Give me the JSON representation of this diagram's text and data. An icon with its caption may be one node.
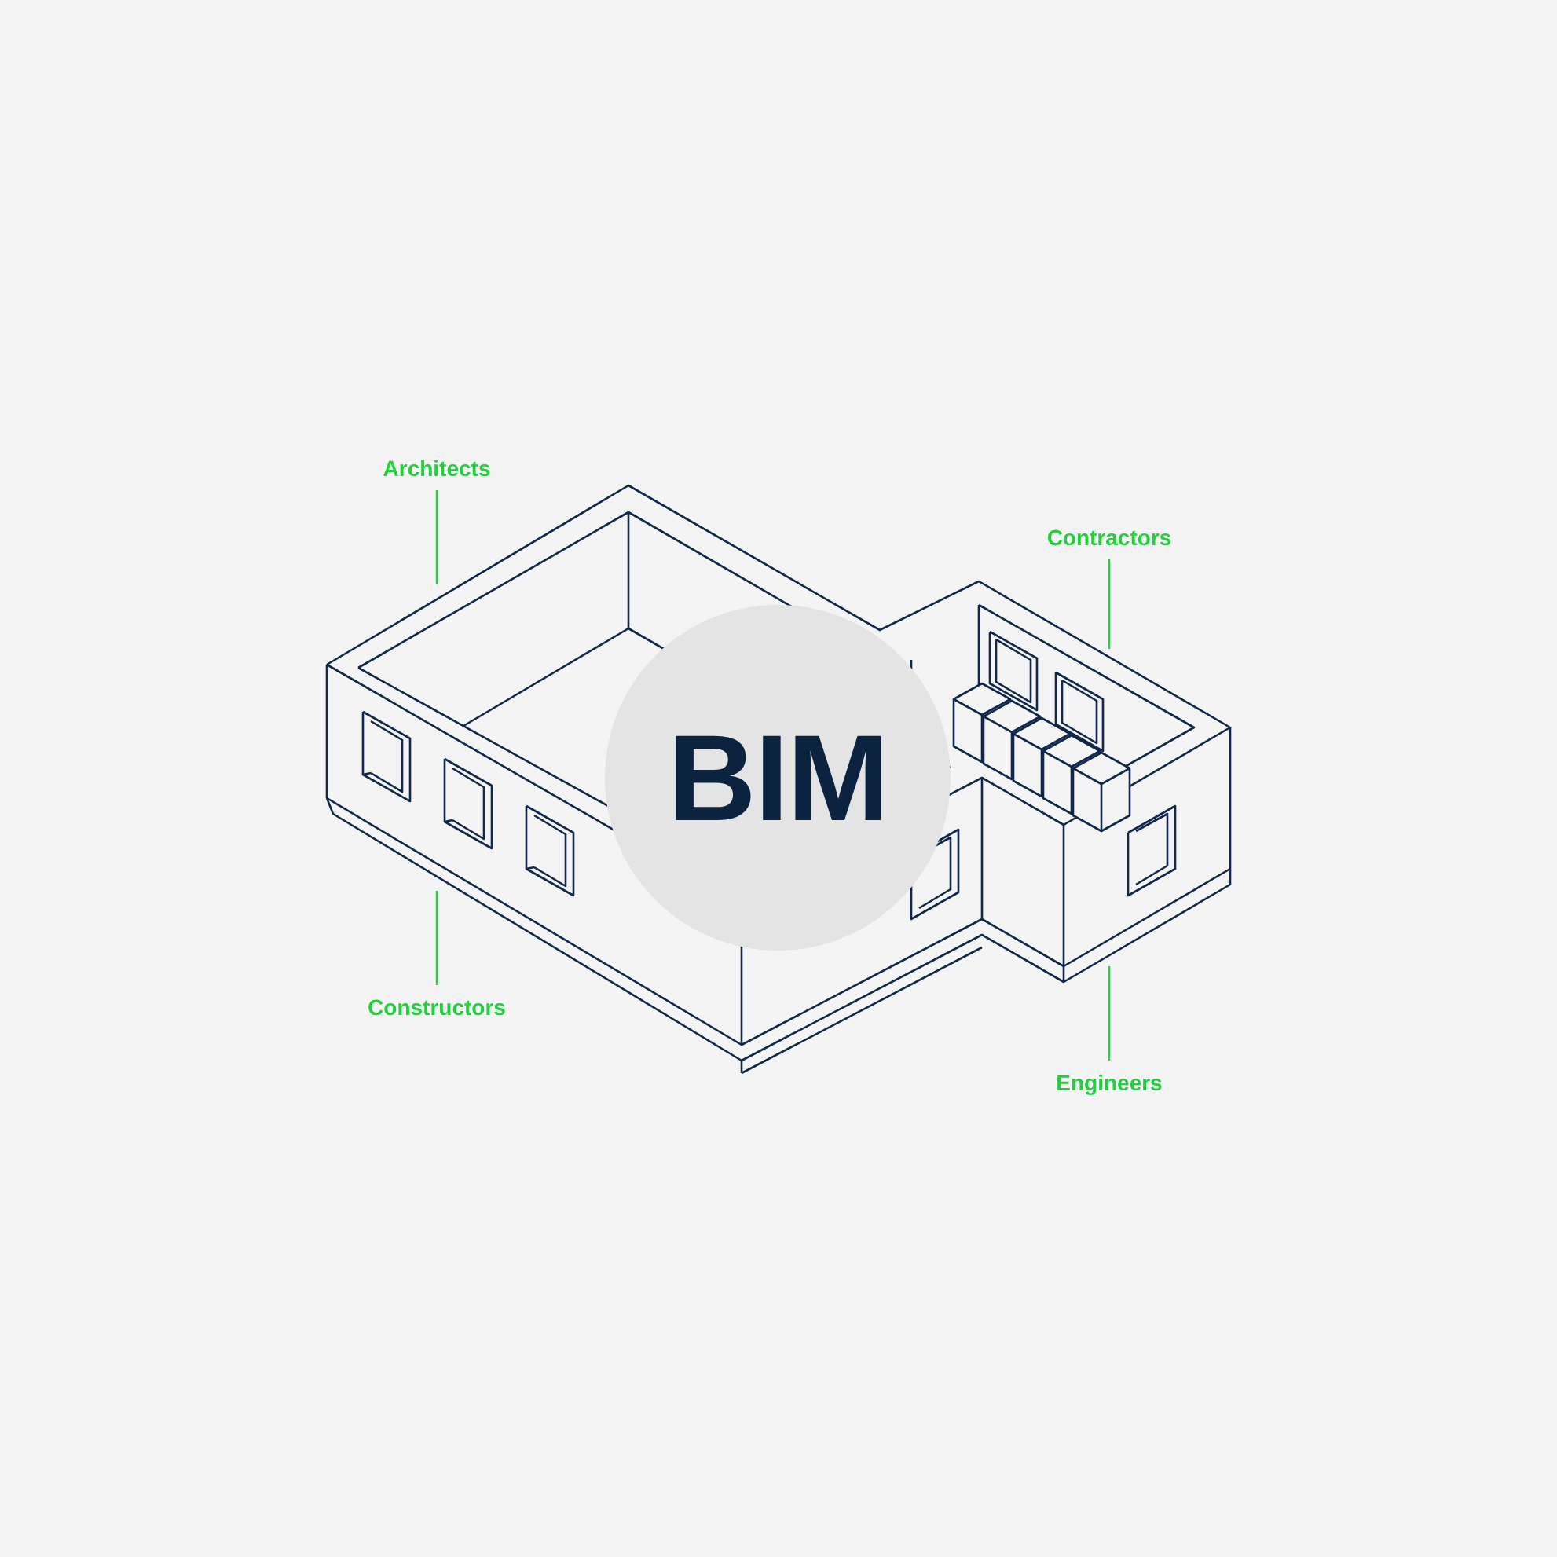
{
  "diagram": {
    "nodes": [
      {
        "text": [
          "Architects"
        ]
      },
      {
        "text": [
          "Contractors"
        ]
      },
      {
        "text": [],
        "shape": "picture"
      },
      {
        "text": [
          "BIM"
        ]
      },
      {
        "text": [
          "Constructors"
        ]
      },
      {
        "text": [
          "Engineers"
        ]
      }
    ],
    "edges": [
      {
        "from": 0,
        "to": 2,
        "arrow": "none"
      },
      {
        "from": 1,
        "to": 2,
        "arrow": "none"
      },
      {
        "from": 4,
        "to": 2,
        "arrow": "none"
      },
      {
        "from": 5,
        "to": 2,
        "arrow": "none"
      }
    ]
  }
}
